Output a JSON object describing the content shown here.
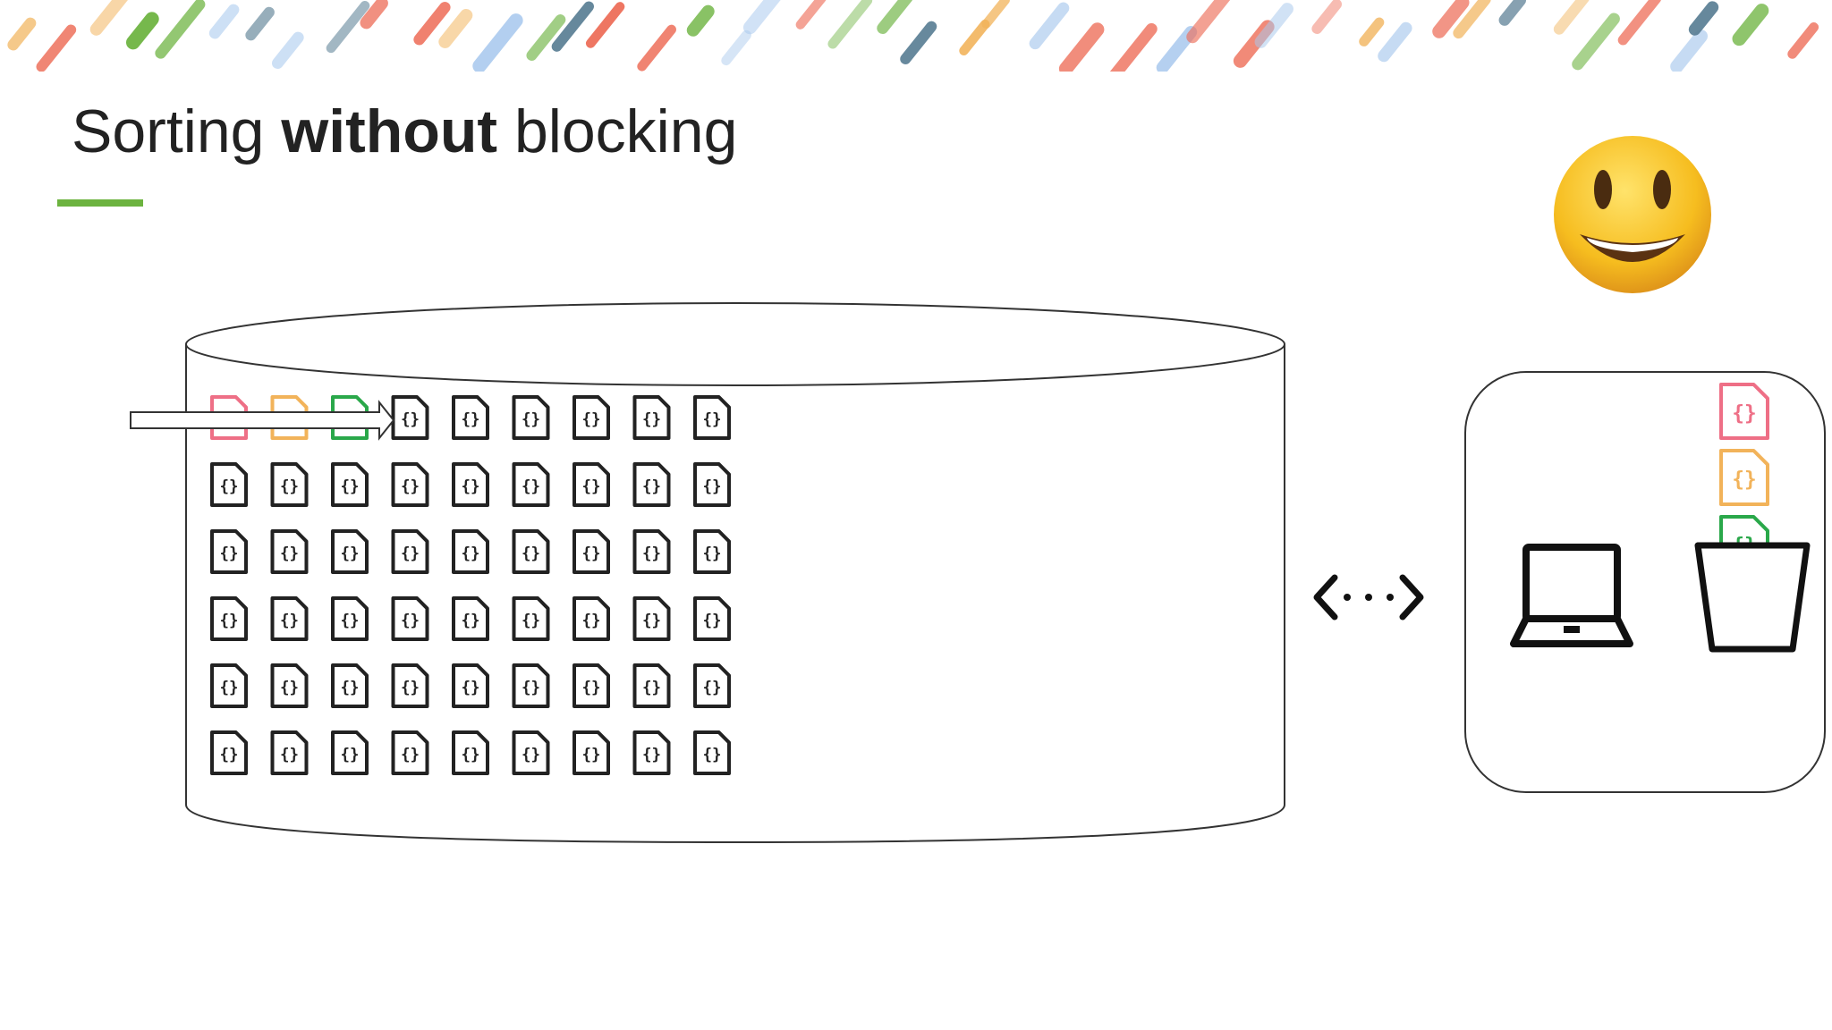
{
  "title": {
    "prefix": "Sorting ",
    "emphasis": "without",
    "suffix": " blocking"
  },
  "colors": {
    "accent_green": "#6cb33f",
    "doc_red": "#ee6f86",
    "doc_orange": "#f2b35a",
    "doc_green": "#2aa84a",
    "doc_black": "#222222",
    "stripe_palette": [
      "#6cb33f",
      "#f2b35a",
      "#ee6f5a",
      "#5b7f95",
      "#a9c9ee"
    ]
  },
  "database": {
    "icon_name": "json-file-icon",
    "rows": 6,
    "cols": 9,
    "first_row_colored": [
      "red",
      "orange",
      "green"
    ]
  },
  "client": {
    "stacked_docs": [
      "red",
      "orange",
      "green"
    ],
    "icons": [
      "laptop-icon",
      "bucket-icon"
    ]
  },
  "connector_icon": "bidirectional-arrow-icon",
  "emoji": "😃"
}
